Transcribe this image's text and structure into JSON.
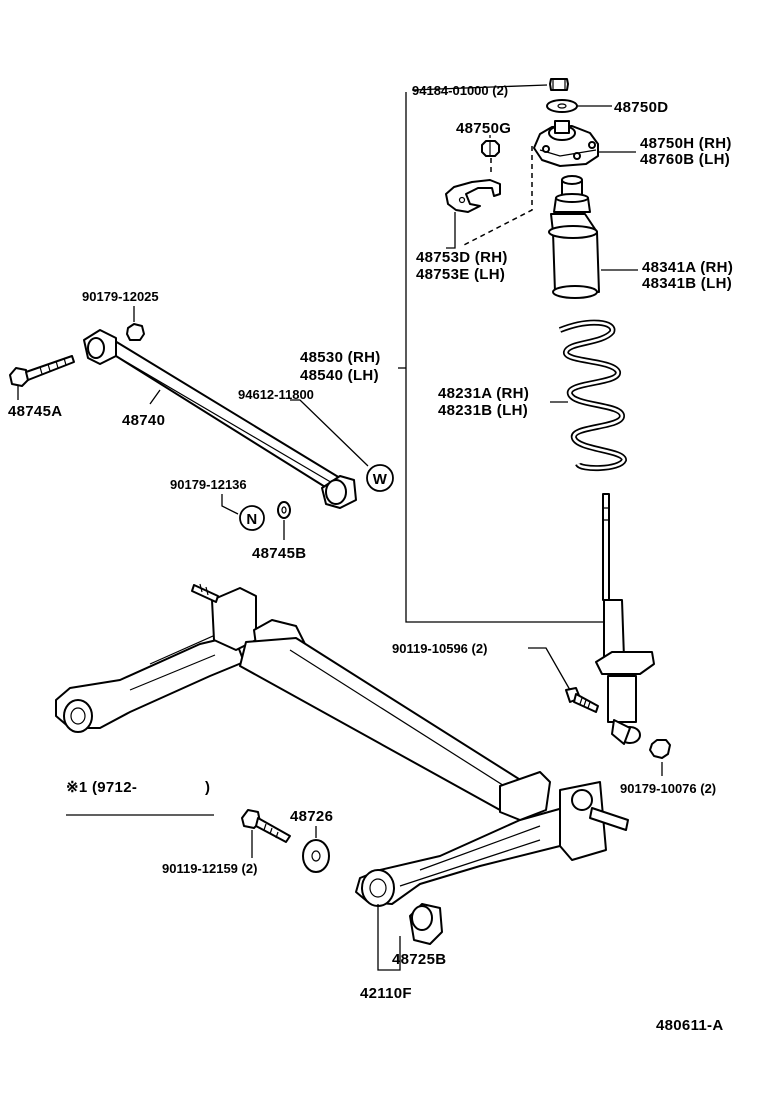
{
  "diagram": {
    "labels": {
      "p94184": "94184-01000 (2)",
      "p48750D": "48750D",
      "p48750G": "48750G",
      "p48750H": "48750H (RH)",
      "p48760B": "48760B (LH)",
      "p48753D": "48753D (RH)",
      "p48753E": "48753E (LH)",
      "p48341A": "48341A (RH)",
      "p48341B": "48341B (LH)",
      "p90179_12025": "90179-12025",
      "p48530": "48530 (RH)",
      "p48540": "48540 (LH)",
      "p48745A": "48745A",
      "p48740": "48740",
      "p94612": "94612-11800",
      "p48231A": "48231A (RH)",
      "p48231B": "48231B (LH)",
      "p90179_12136": "90179-12136",
      "p48745B": "48745B",
      "p90119_10596": "90119-10596 (2)",
      "p90179_10076": "90179-10076 (2)",
      "note1": "※1 (9712-",
      "note1_close": ")",
      "p48726": "48726",
      "p90119_12159": "90119-12159 (2)",
      "p48725B": "48725B",
      "p42110F": "42110F",
      "figure_id": "480611-A"
    },
    "symbols": {
      "w": "W",
      "n": "N"
    }
  }
}
